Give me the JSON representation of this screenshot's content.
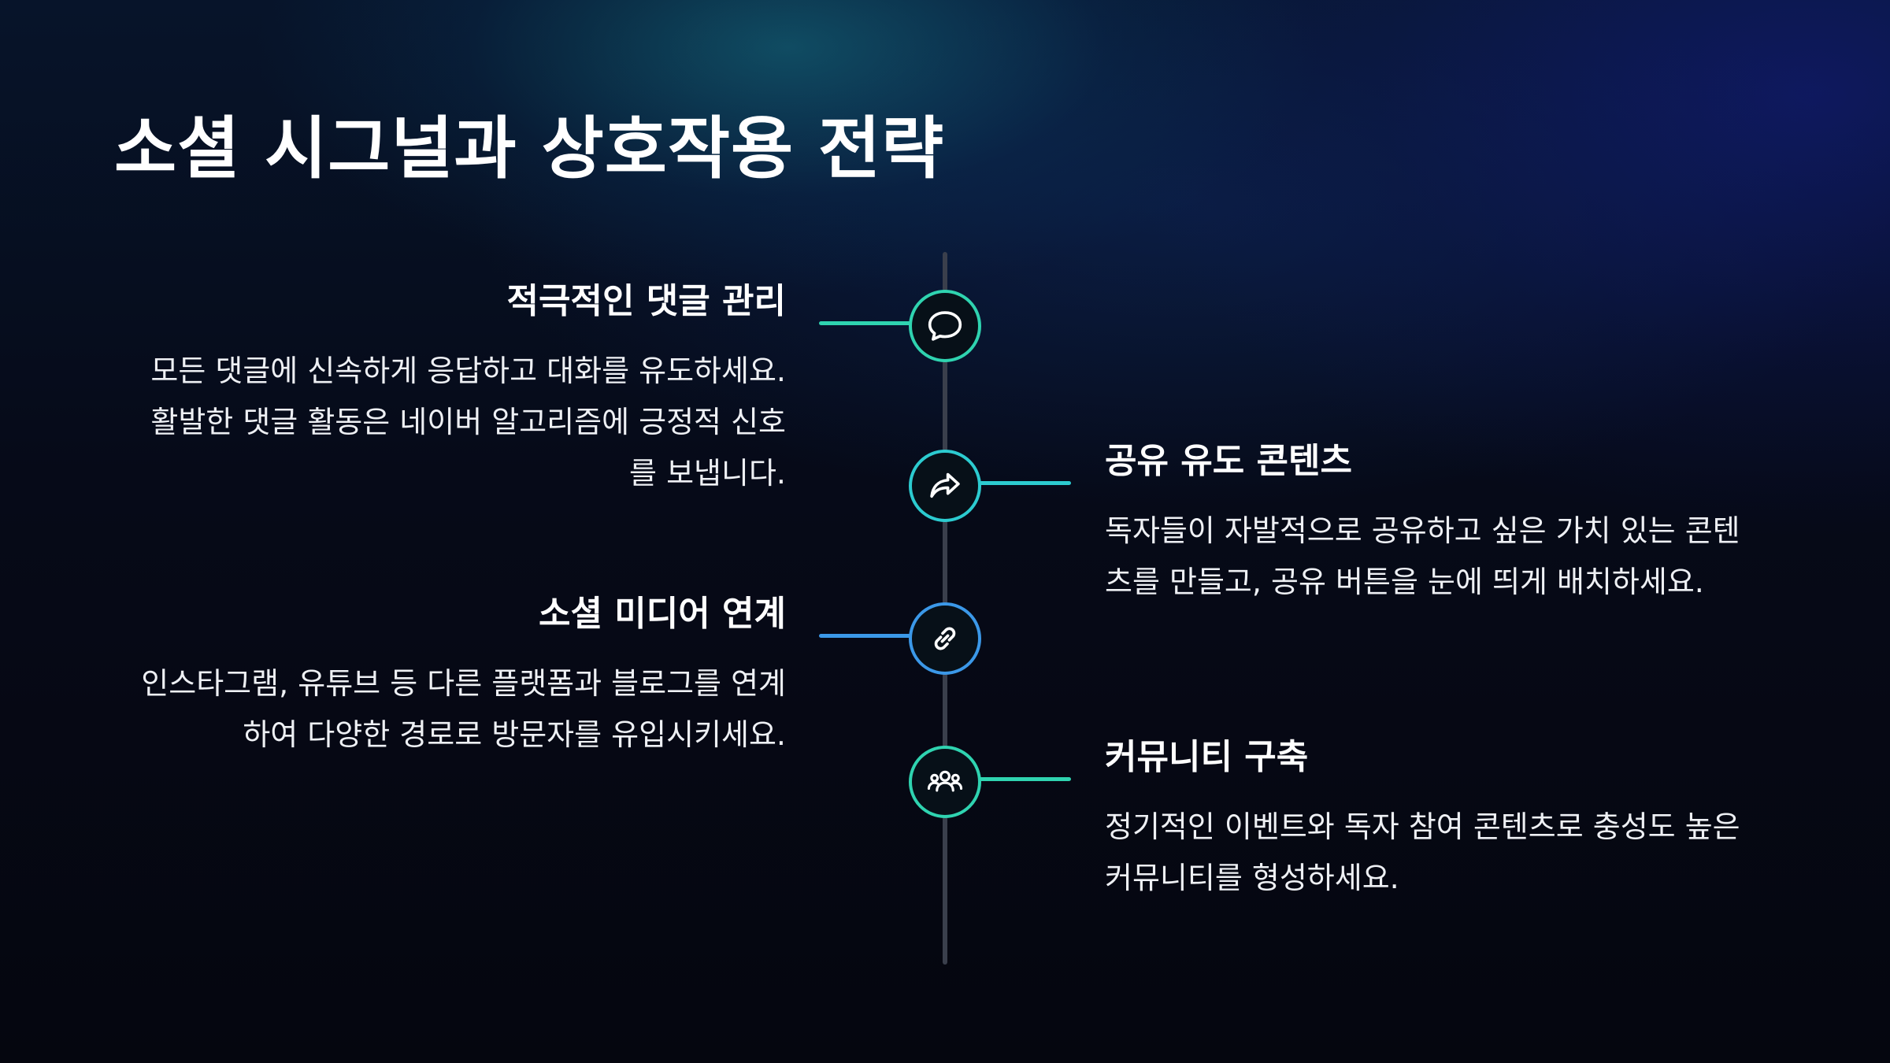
{
  "slide": {
    "title": "소셜 시그널과 상호작용 전략",
    "items": [
      {
        "title": "적극적인 댓글 관리",
        "body": "모든 댓글에 신속하게 응답하고 대화를 유도하세요.\n활발한 댓글 활동은 네이버 알고리즘에 긍정적 신호\n를 보냅니다.",
        "icon": "comment-icon"
      },
      {
        "title": "공유 유도 콘텐츠",
        "body": "독자들이 자발적으로 공유하고 싶은 가치 있는 콘텐\n츠를 만들고, 공유 버튼을 눈에 띄게 배치하세요.",
        "icon": "share-arrow-icon"
      },
      {
        "title": "소셜 미디어 연계",
        "body": "인스타그램, 유튜브 등 다른 플랫폼과 블로그를 연계\n하여 다양한 경로로 방문자를 유입시키세요.",
        "icon": "link-icon"
      },
      {
        "title": "커뮤니티 구축",
        "body": "정기적인 이벤트와 독자 참여 콘텐츠로 충성도 높은\n커뮤니티를 형성하세요.",
        "icon": "users-icon"
      }
    ]
  },
  "colors": {
    "background": "#05060f",
    "accent_teal": "#2fd3b0",
    "accent_blue": "#3b98e8",
    "spine": "#3a3f4c"
  }
}
